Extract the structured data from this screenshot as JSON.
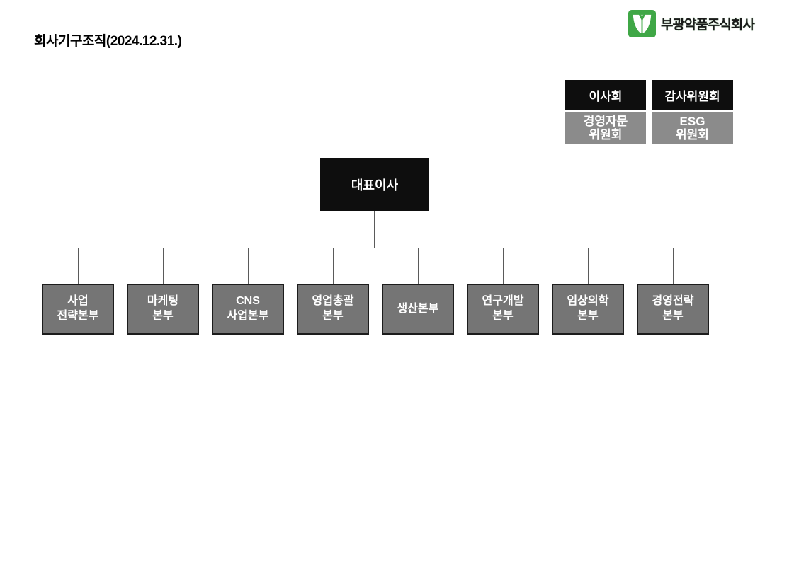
{
  "page": {
    "title": "회사기구조직(2024.12.31.)"
  },
  "logo": {
    "company_name": "부광약품주식회사",
    "icon": "bukwang-sprout-icon",
    "green": "#3fa746"
  },
  "committees": [
    {
      "label": "이사회",
      "style": "black"
    },
    {
      "label": "감사위원회",
      "style": "black"
    },
    {
      "label": "경영자문\n위원회",
      "style": "gray"
    },
    {
      "label": "ESG\n위원회",
      "style": "gray"
    }
  ],
  "org": {
    "ceo": {
      "label": "대표이사"
    },
    "departments": [
      {
        "label": "사업\n전략본부"
      },
      {
        "label": "마케팅\n본부"
      },
      {
        "label": "CNS\n사업본부"
      },
      {
        "label": "영업총괄\n본부"
      },
      {
        "label": "생산본부"
      },
      {
        "label": "연구개발\n본부"
      },
      {
        "label": "임상의학\n본부"
      },
      {
        "label": "경영전략\n본부"
      }
    ]
  },
  "colors": {
    "black_box": "#0e0e0e",
    "committee_gray": "#8b8b8b",
    "department_gray": "#757575",
    "department_border": "#1c1c1c",
    "connector": "#5a5a5a",
    "logo_green": "#3fa746",
    "box_text": "#ffffff"
  }
}
